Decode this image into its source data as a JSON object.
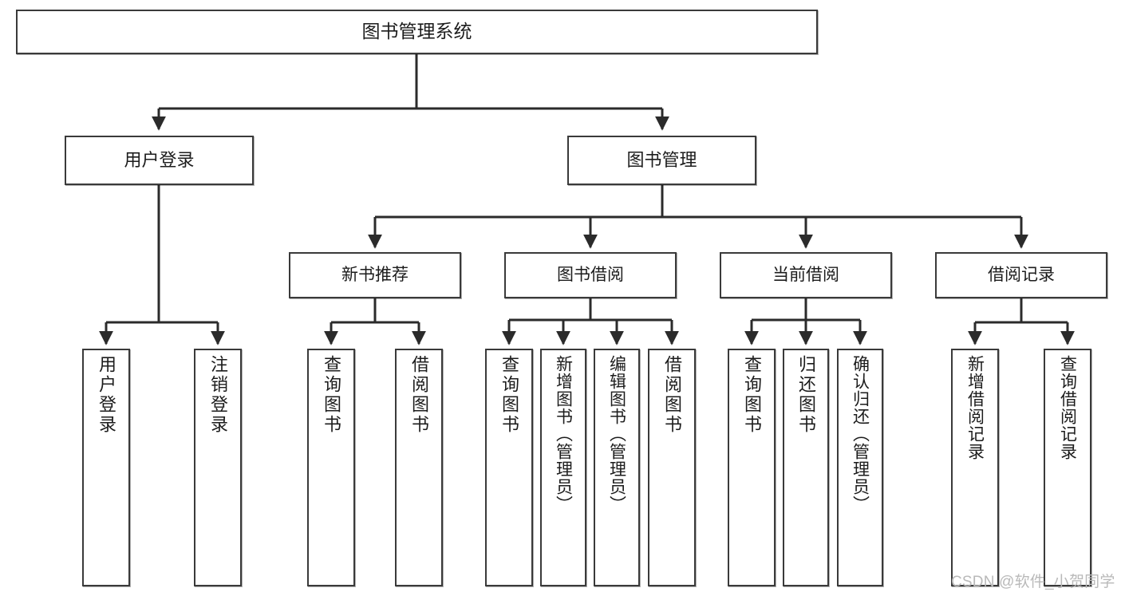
{
  "diagram": {
    "title": "图书管理系统",
    "type": "hierarchy-tree",
    "colors": {
      "box_border": "#3a3a3a",
      "box_fill": "#ffffff",
      "connector": "#2b2b2b",
      "watermark": "#b9b9b9",
      "background": "#ffffff"
    },
    "levels": {
      "root": {
        "label": "图书管理系统"
      },
      "level2": [
        {
          "id": "user-login",
          "label": "用户登录"
        },
        {
          "id": "book-manage",
          "label": "图书管理"
        }
      ],
      "level3": [
        {
          "id": "new-book-recommend",
          "label": "新书推荐",
          "parent": "book-manage"
        },
        {
          "id": "book-borrow",
          "label": "图书借阅",
          "parent": "book-manage"
        },
        {
          "id": "current-borrow",
          "label": "当前借阅",
          "parent": "book-manage"
        },
        {
          "id": "borrow-record",
          "label": "借阅记录",
          "parent": "book-manage"
        }
      ],
      "leaves": [
        {
          "id": "leaf-user-login",
          "label": "用户登录",
          "parent": "user-login"
        },
        {
          "id": "leaf-logout-login",
          "label": "注销登录",
          "parent": "user-login"
        },
        {
          "id": "leaf-query-book-1",
          "label": "查询图书",
          "parent": "new-book-recommend"
        },
        {
          "id": "leaf-borrow-book-1",
          "label": "借阅图书",
          "parent": "new-book-recommend"
        },
        {
          "id": "leaf-query-book-2",
          "label": "查询图书",
          "parent": "book-borrow"
        },
        {
          "id": "leaf-add-book",
          "label": "新增图书（管理员）",
          "parent": "book-borrow"
        },
        {
          "id": "leaf-edit-book",
          "label": "编辑图书（管理员）",
          "parent": "book-borrow"
        },
        {
          "id": "leaf-borrow-book-2",
          "label": "借阅图书",
          "parent": "book-borrow"
        },
        {
          "id": "leaf-query-book-3",
          "label": "查询图书",
          "parent": "current-borrow"
        },
        {
          "id": "leaf-return-book",
          "label": "归还图书",
          "parent": "current-borrow"
        },
        {
          "id": "leaf-confirm-return",
          "label": "确认归还（管理员）",
          "parent": "current-borrow"
        },
        {
          "id": "leaf-add-record",
          "label": "新增借阅记录",
          "parent": "borrow-record"
        },
        {
          "id": "leaf-query-record",
          "label": "查询借阅记录",
          "parent": "borrow-record"
        }
      ]
    },
    "watermark": "CSDN @软件_小贺同学"
  }
}
